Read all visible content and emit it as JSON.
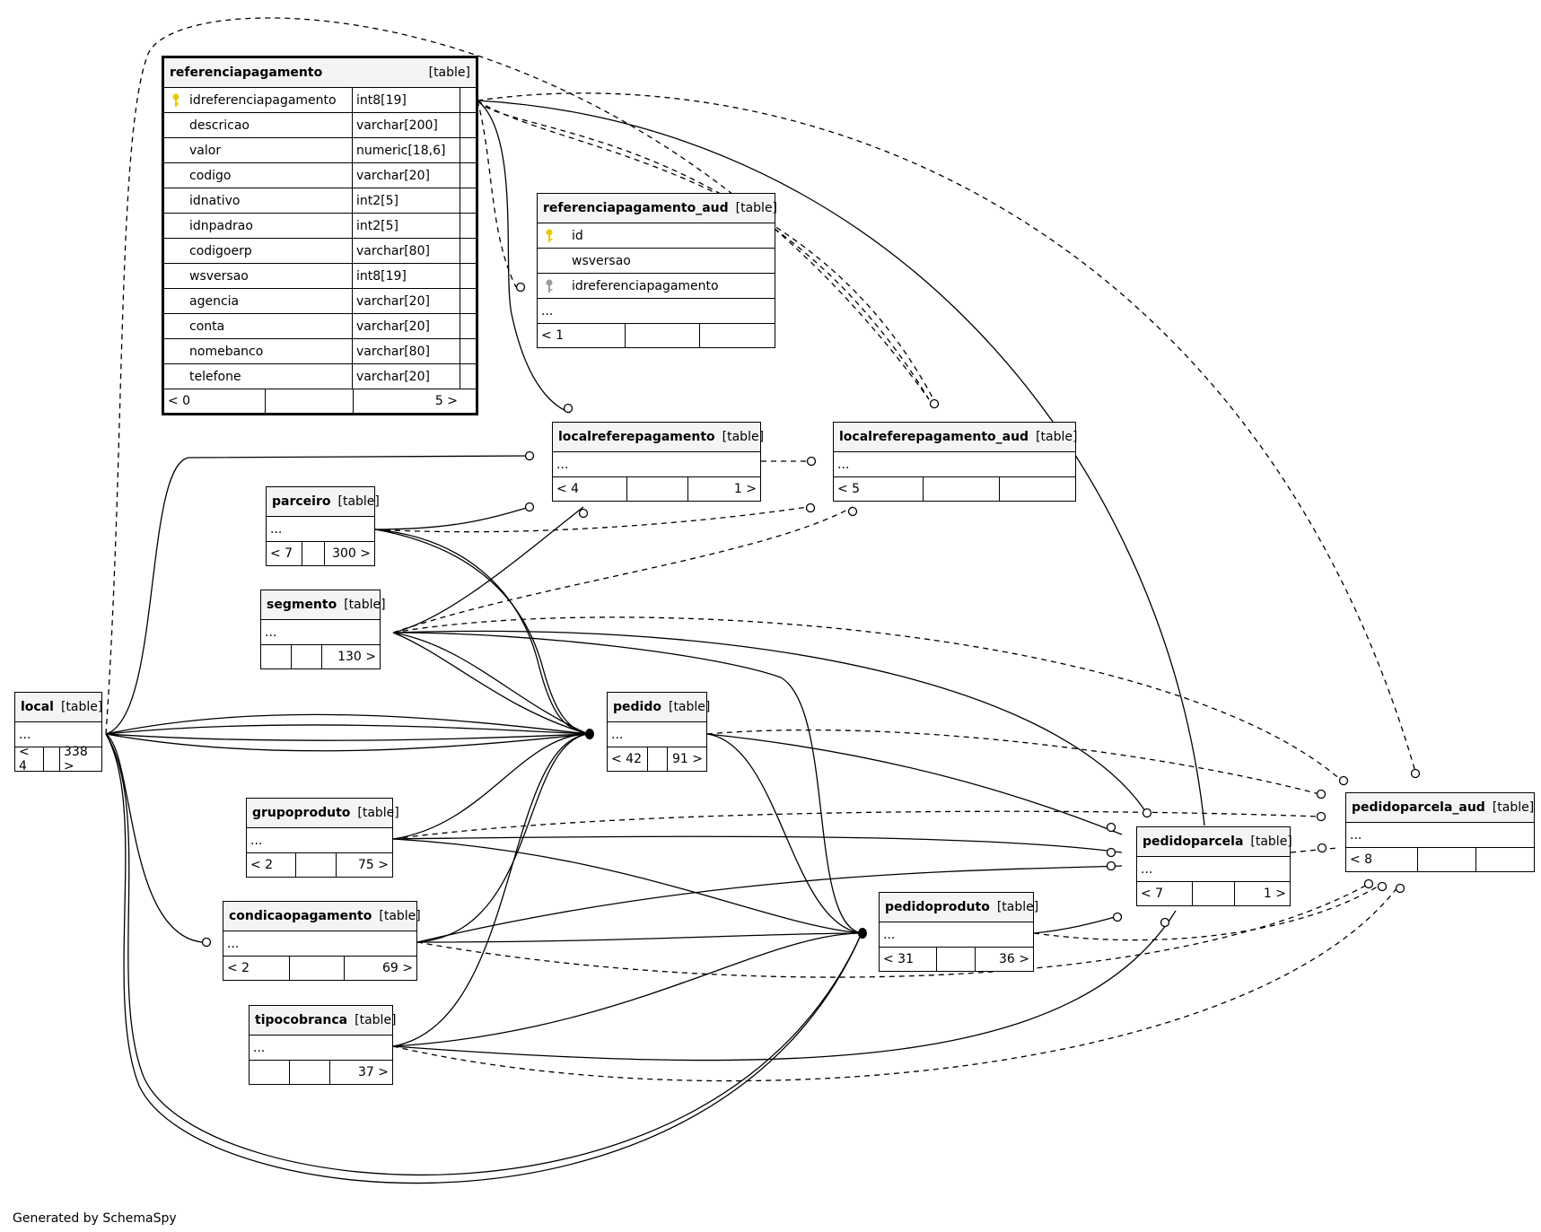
{
  "colors": {
    "primary_key": "#e8c800",
    "foreign_key": "#9a9a9a",
    "header_bg": "#f4f4f4"
  },
  "tables": {
    "referenciapagamento": {
      "name": "referenciapagamento",
      "type": "[table]",
      "columns": [
        {
          "name": "idreferenciapagamento",
          "type": "int8[19]",
          "key": "primary-key-icon"
        },
        {
          "name": "descricao",
          "type": "varchar[200]"
        },
        {
          "name": "valor",
          "type": "numeric[18,6]"
        },
        {
          "name": "codigo",
          "type": "varchar[20]"
        },
        {
          "name": "idnativo",
          "type": "int2[5]"
        },
        {
          "name": "idnpadrao",
          "type": "int2[5]"
        },
        {
          "name": "codigoerp",
          "type": "varchar[80]"
        },
        {
          "name": "wsversao",
          "type": "int8[19]"
        },
        {
          "name": "agencia",
          "type": "varchar[20]"
        },
        {
          "name": "conta",
          "type": "varchar[20]"
        },
        {
          "name": "nomebanco",
          "type": "varchar[80]"
        },
        {
          "name": "telefone",
          "type": "varchar[20]"
        }
      ],
      "parents": "< 0",
      "mid": "",
      "children": "5 >"
    },
    "referenciapagamento_aud": {
      "name": "referenciapagamento_aud",
      "type": "[table]",
      "columns": [
        {
          "name": "id",
          "key": "primary-key-icon"
        },
        {
          "name": "wsversao"
        },
        {
          "name": "idreferenciapagamento",
          "key": "foreign-key-icon"
        }
      ],
      "ellipsis": "...",
      "parents": "< 1",
      "mid": "",
      "children": ""
    },
    "localreferepagamento": {
      "name": "localreferepagamento",
      "type": "[table]",
      "ellipsis": "...",
      "parents": "< 4",
      "mid": "",
      "children": "1 >"
    },
    "localreferepagamento_aud": {
      "name": "localreferepagamento_aud",
      "type": "[table]",
      "ellipsis": "...",
      "parents": "< 5",
      "mid": "",
      "children": ""
    },
    "parceiro": {
      "name": "parceiro",
      "type": "[table]",
      "ellipsis": "...",
      "parents": "< 7",
      "mid": "",
      "children": "300 >"
    },
    "segmento": {
      "name": "segmento",
      "type": "[table]",
      "ellipsis": "...",
      "parents": "",
      "mid": "",
      "children": "130 >"
    },
    "local": {
      "name": "local",
      "type": "[table]",
      "ellipsis": "...",
      "parents": "< 4",
      "mid": "",
      "children": "338 >"
    },
    "pedido": {
      "name": "pedido",
      "type": "[table]",
      "ellipsis": "...",
      "parents": "< 42",
      "mid": "",
      "children": "91 >"
    },
    "grupoproduto": {
      "name": "grupoproduto",
      "type": "[table]",
      "ellipsis": "...",
      "parents": "< 2",
      "mid": "",
      "children": "75 >"
    },
    "condicaopagamento": {
      "name": "condicaopagamento",
      "type": "[table]",
      "ellipsis": "...",
      "parents": "< 2",
      "mid": "",
      "children": "69 >"
    },
    "tipocobranca": {
      "name": "tipocobranca",
      "type": "[table]",
      "ellipsis": "...",
      "parents": "",
      "mid": "",
      "children": "37 >"
    },
    "pedidoproduto": {
      "name": "pedidoproduto",
      "type": "[table]",
      "ellipsis": "...",
      "parents": "< 31",
      "mid": "",
      "children": "36 >"
    },
    "pedidoparcela": {
      "name": "pedidoparcela",
      "type": "[table]",
      "ellipsis": "...",
      "parents": "< 7",
      "mid": "",
      "children": "1 >"
    },
    "pedidoparcela_aud": {
      "name": "pedidoparcela_aud",
      "type": "[table]",
      "ellipsis": "...",
      "parents": "< 8",
      "mid": "",
      "children": ""
    }
  },
  "relationships": [
    {
      "from": "referenciapagamento",
      "to": "referenciapagamento_aud",
      "style": "dashed"
    },
    {
      "from": "referenciapagamento",
      "to": "localreferepagamento",
      "style": "solid"
    },
    {
      "from": "referenciapagamento",
      "to": "localreferepagamento_aud",
      "style": "dashed"
    },
    {
      "from": "referenciapagamento",
      "to": "pedidoparcela",
      "style": "solid"
    },
    {
      "from": "referenciapagamento",
      "to": "pedidoparcela_aud",
      "style": "dashed"
    },
    {
      "from": "local",
      "to": "localreferepagamento",
      "style": "solid"
    },
    {
      "from": "local",
      "to": "localreferepagamento_aud",
      "style": "dashed"
    },
    {
      "from": "local",
      "to": "pedido",
      "style": "solid"
    },
    {
      "from": "local",
      "to": "condicaopagamento",
      "style": "solid"
    },
    {
      "from": "local",
      "to": "pedidoproduto",
      "style": "solid"
    },
    {
      "from": "parceiro",
      "to": "localreferepagamento",
      "style": "solid"
    },
    {
      "from": "parceiro",
      "to": "localreferepagamento_aud",
      "style": "dashed"
    },
    {
      "from": "parceiro",
      "to": "pedido",
      "style": "solid"
    },
    {
      "from": "segmento",
      "to": "localreferepagamento",
      "style": "solid"
    },
    {
      "from": "segmento",
      "to": "localreferepagamento_aud",
      "style": "dashed"
    },
    {
      "from": "segmento",
      "to": "pedido",
      "style": "solid"
    },
    {
      "from": "segmento",
      "to": "pedidoproduto",
      "style": "solid"
    },
    {
      "from": "segmento",
      "to": "pedidoparcela",
      "style": "solid"
    },
    {
      "from": "segmento",
      "to": "pedidoparcela_aud",
      "style": "dashed"
    },
    {
      "from": "localreferepagamento",
      "to": "localreferepagamento_aud",
      "style": "dashed"
    },
    {
      "from": "pedido",
      "to": "pedidoproduto",
      "style": "solid"
    },
    {
      "from": "pedido",
      "to": "pedidoparcela",
      "style": "solid"
    },
    {
      "from": "pedido",
      "to": "pedidoparcela_aud",
      "style": "dashed"
    },
    {
      "from": "grupoproduto",
      "to": "pedido",
      "style": "solid"
    },
    {
      "from": "grupoproduto",
      "to": "pedidoproduto",
      "style": "solid"
    },
    {
      "from": "grupoproduto",
      "to": "pedidoparcela",
      "style": "solid"
    },
    {
      "from": "grupoproduto",
      "to": "pedidoparcela_aud",
      "style": "dashed"
    },
    {
      "from": "condicaopagamento",
      "to": "pedido",
      "style": "solid"
    },
    {
      "from": "condicaopagamento",
      "to": "pedidoproduto",
      "style": "solid"
    },
    {
      "from": "condicaopagamento",
      "to": "pedidoparcela",
      "style": "solid"
    },
    {
      "from": "condicaopagamento",
      "to": "pedidoparcela_aud",
      "style": "dashed"
    },
    {
      "from": "tipocobranca",
      "to": "pedido",
      "style": "solid"
    },
    {
      "from": "tipocobranca",
      "to": "pedidoproduto",
      "style": "solid"
    },
    {
      "from": "tipocobranca",
      "to": "pedidoparcela",
      "style": "solid"
    },
    {
      "from": "tipocobranca",
      "to": "pedidoparcela_aud",
      "style": "dashed"
    },
    {
      "from": "pedidoproduto",
      "to": "pedidoparcela",
      "style": "solid"
    },
    {
      "from": "pedidoproduto",
      "to": "pedidoparcela_aud",
      "style": "dashed"
    },
    {
      "from": "pedidoparcela",
      "to": "pedidoparcela_aud",
      "style": "dashed"
    }
  ],
  "footer": "Generated by SchemaSpy"
}
